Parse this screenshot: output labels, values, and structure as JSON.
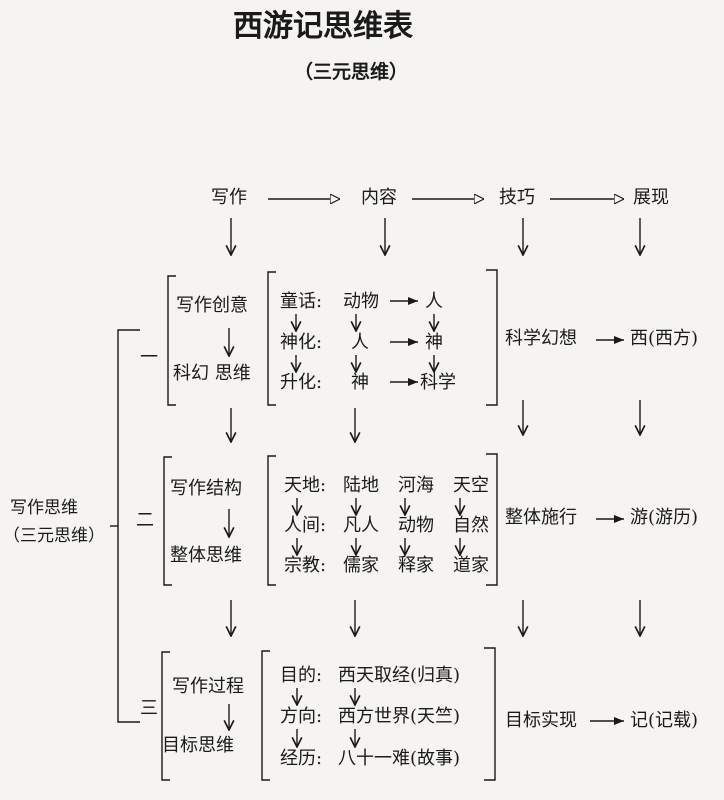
{
  "title": "西游记思维表",
  "subtitle": "（三元思维）",
  "top_row": [
    "写作",
    "内容",
    "技巧",
    "展现"
  ],
  "left_label": {
    "line1": "写作思维",
    "line2": "（三元思维）"
  },
  "sections": [
    {
      "numeral": "一",
      "concept_top": "写作创意",
      "concept_bottom": "科幻 思维",
      "rows": [
        [
          "童话:",
          "动物",
          "人"
        ],
        [
          "神化:",
          "人",
          "神"
        ],
        [
          "升化:",
          "神",
          "科学"
        ]
      ],
      "technique": "科学幻想",
      "result": "西(西方)"
    },
    {
      "numeral": "二",
      "concept_top": "写作结构",
      "concept_bottom": "整体思维",
      "rows": [
        [
          "天地:",
          "陆地",
          "河海",
          "天空"
        ],
        [
          "人间:",
          "凡人",
          "动物",
          "自然"
        ],
        [
          "宗教:",
          "儒家",
          "释家",
          "道家"
        ]
      ],
      "technique": "整体施行",
      "result": "游(游历)"
    },
    {
      "numeral": "三",
      "concept_top": "写作过程",
      "concept_bottom": "目标思维",
      "rows": [
        [
          "目的:",
          "西天取经(归真)"
        ],
        [
          "方向:",
          "西方世界(天竺)"
        ],
        [
          "经历:",
          "八十一难(故事)"
        ]
      ],
      "technique": "目标实现",
      "result": "记(记载)"
    }
  ]
}
